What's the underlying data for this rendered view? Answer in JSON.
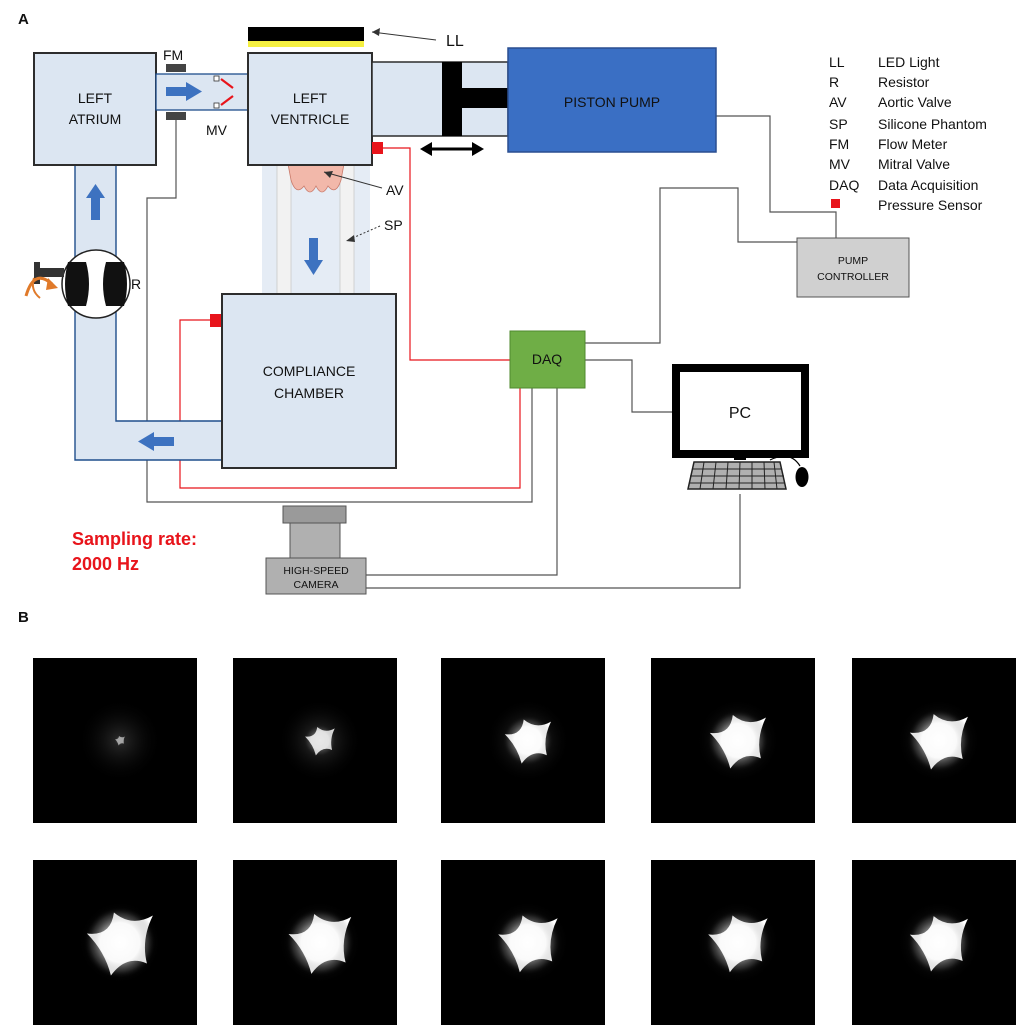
{
  "panels": {
    "a": "A",
    "b": "B"
  },
  "components": {
    "left_atrium": [
      "LEFT",
      "ATRIUM"
    ],
    "left_ventricle": [
      "LEFT",
      "VENTRICLE"
    ],
    "piston_pump": "PISTON PUMP",
    "compliance_chamber": [
      "COMPLIANCE",
      "CHAMBER"
    ],
    "daq": "DAQ",
    "pc": "PC",
    "pump_controller": [
      "PUMP",
      "CONTROLLER"
    ],
    "camera": [
      "HIGH-SPEED",
      "CAMERA"
    ]
  },
  "callouts": {
    "ll": "LL",
    "fm": "FM",
    "mv": "MV",
    "av": "AV",
    "sp": "SP",
    "r": "R"
  },
  "legend": [
    {
      "abbr": "LL",
      "desc": "LED Light"
    },
    {
      "abbr": "R",
      "desc": "Resistor"
    },
    {
      "abbr": "AV",
      "desc": "Aortic Valve"
    },
    {
      "abbr": "SP",
      "desc": "Silicone Phantom"
    },
    {
      "abbr": "FM",
      "desc": "Flow Meter"
    },
    {
      "abbr": "MV",
      "desc": "Mitral Valve"
    },
    {
      "abbr": "DAQ",
      "desc": "Data Acquisition"
    },
    {
      "abbr": "",
      "desc": "Pressure Sensor"
    }
  ],
  "sampling": [
    "Sampling rate:",
    "2000 Hz"
  ],
  "frames_count": 10,
  "colors": {
    "box_fill": "#dce6f2",
    "box_stroke": "#2d2d2d",
    "tube_stroke": "#1f4e8c",
    "arrow_blue": "#3d72c0",
    "pump_blue": "#3a6fc4",
    "daq_green": "#6fae46",
    "sensor_red": "#e8141b",
    "grey_box": "#d0d0d0"
  }
}
